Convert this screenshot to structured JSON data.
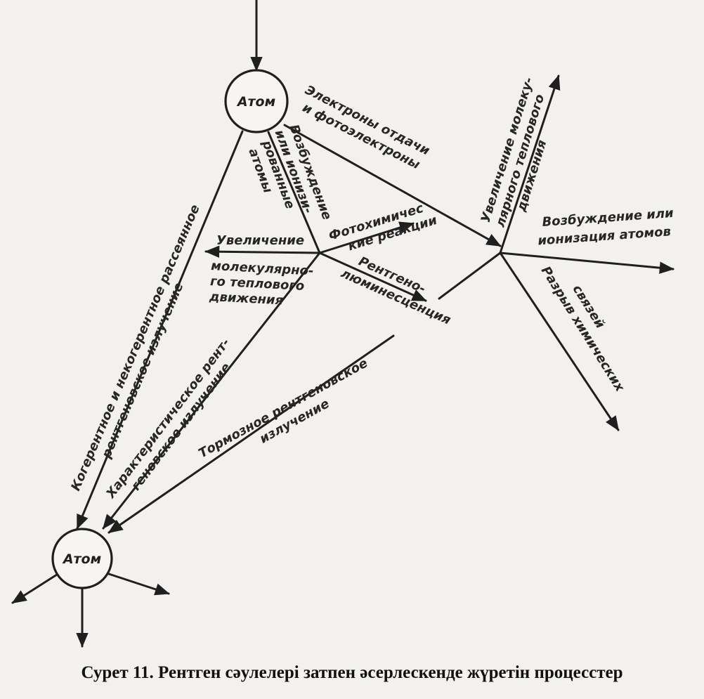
{
  "nodes": {
    "atom_top": "Атом",
    "atom_bottom": "Атом"
  },
  "labels": {
    "electrons_1": "Электроны отдачи",
    "electrons_2": "и фотоэлектроны",
    "excitation_1": "Возбуждение",
    "excitation_2": "или ионизи-",
    "excitation_3": "рованные",
    "excitation_4": "атомы",
    "photochem_1": "Фотохимичес",
    "photochem_2": "кие реакции",
    "increase_1": "Увеличение",
    "increase_2": "молекулярно-",
    "increase_3": "го теплового",
    "increase_4": "движения",
    "xray_lum_1": "Рентгено-",
    "xray_lum_2": "люминесценция",
    "mol_heat_1": "Увеличение молеку-",
    "mol_heat_2": "лярного теплового",
    "mol_heat_3": "движения",
    "ionization_1": "Возбуждение или",
    "ionization_2": "ионизация атомов",
    "bond_1": "Разрыв химических",
    "bond_2": "связей",
    "scatter_1": "Когерентное и некогерентное рассеянное",
    "scatter_2": "рентгеновское излучение",
    "charact_1": "Характеристическое рент-",
    "charact_2": "геновское излучение",
    "brems_1": "Тормозное рентгеновское",
    "brems_2": "излучение"
  },
  "caption": "Сурет 11. Рентген сәулелері затпен әсерлескенде жүретін процесстер"
}
